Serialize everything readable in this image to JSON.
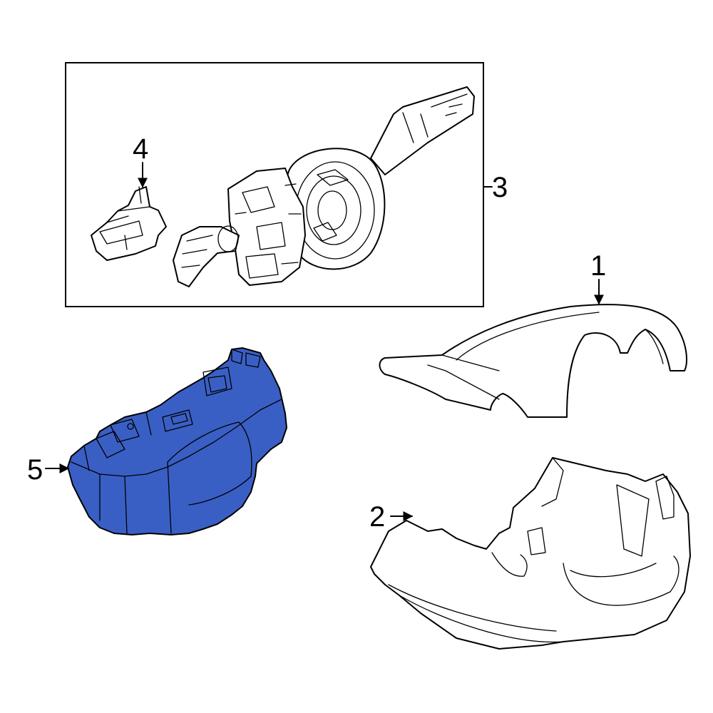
{
  "callouts": {
    "c1": "1",
    "c2": "2",
    "c3": "3",
    "c4": "4",
    "c5": "5"
  },
  "colors": {
    "highlight": "#3a5fc4",
    "line": "#000000",
    "background": "#ffffff"
  }
}
